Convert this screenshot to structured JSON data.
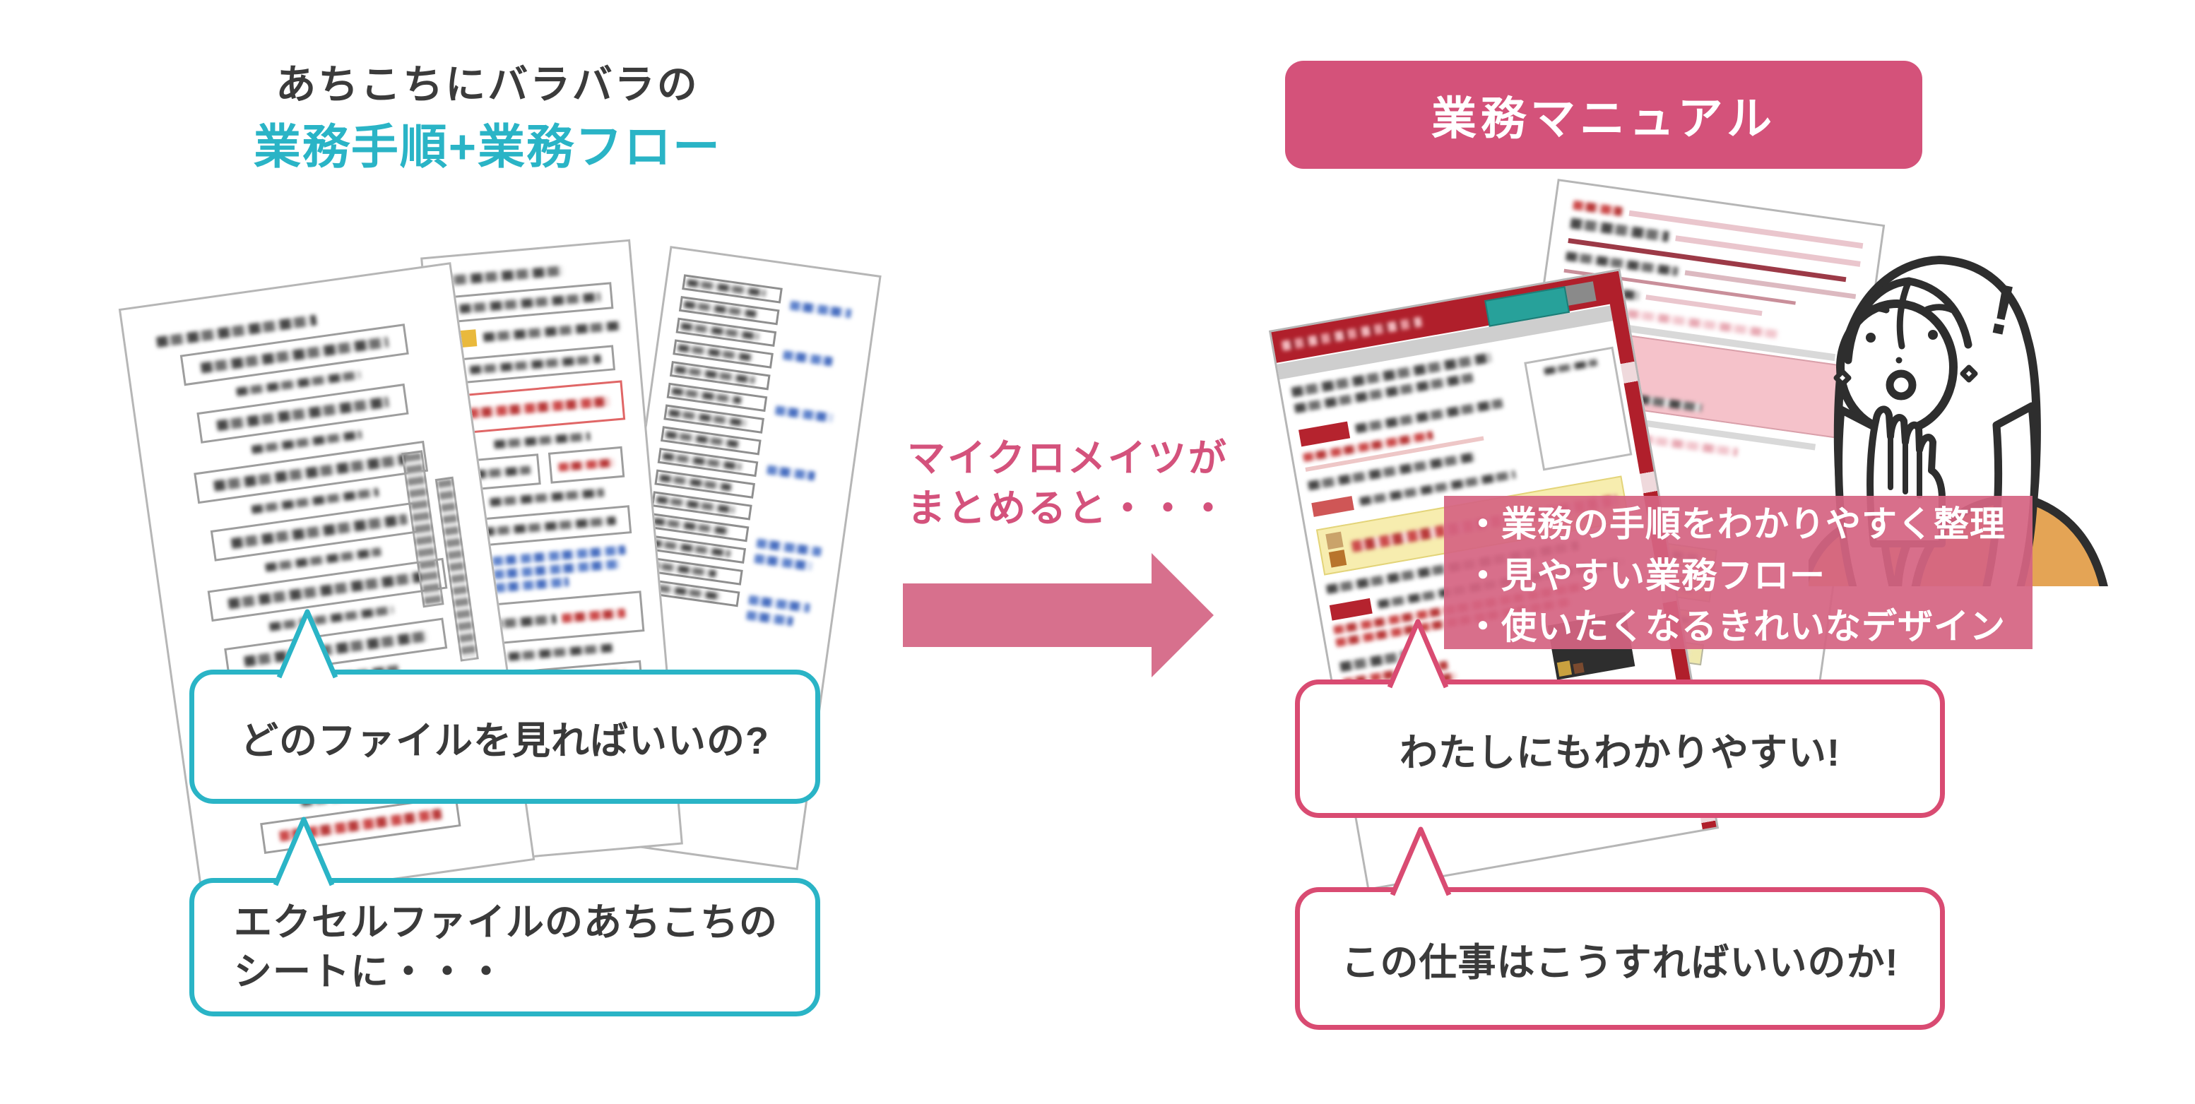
{
  "left": {
    "heading_line1": "あちこちにバラバラの",
    "heading_line2": "業務手順+業務フロー",
    "bubble1": "どのファイルを見ればいいの?",
    "bubble2_line1": "エクセルファイルのあちこちの",
    "bubble2_line2": "シートに・・・"
  },
  "center": {
    "caption_line1": "マイクロメイツが",
    "caption_line2": "まとめると・・・"
  },
  "right": {
    "banner": "業務マニュアル",
    "features": [
      "・業務の手順をわかりやすく整理",
      "・見やすい業務フロー",
      "・使いたくなるきれいなデザイン"
    ],
    "bubble1": "わたしにもわかりやすい!",
    "bubble2": "この仕事はこうすればいいのか!",
    "exclamation": "!"
  },
  "colors": {
    "teal": "#2ab4c6",
    "banner_pink": "#d4527a",
    "bubble_pink_border": "#d94b72",
    "caption_pink": "#d4527c",
    "arrow_pink": "#d7708d",
    "overlay_pink": "#d56482",
    "manual_red": "#b01f2b",
    "text_dark": "#3b3b3b"
  }
}
